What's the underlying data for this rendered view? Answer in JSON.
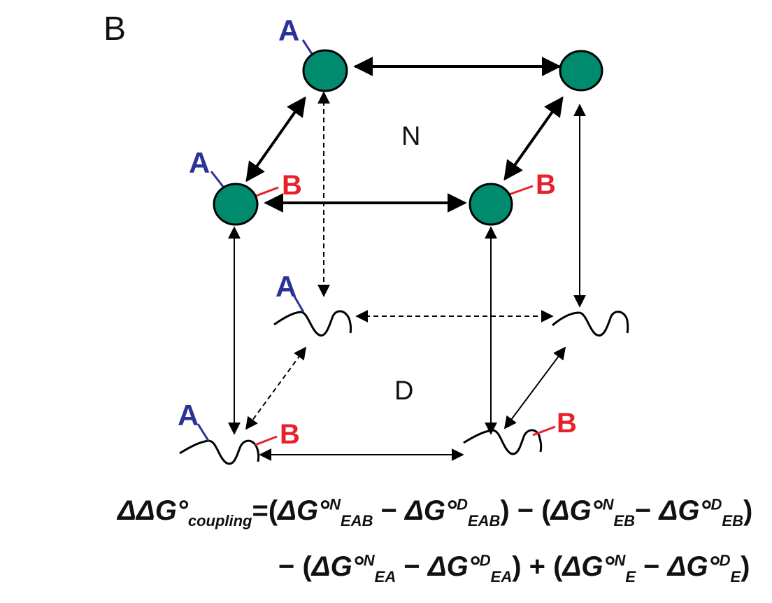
{
  "panel": {
    "label": "B",
    "state_labels": {
      "native": "N",
      "denatured": "D"
    },
    "mutation_labels": {
      "a": "A",
      "b": "B"
    },
    "colors": {
      "native_node": "#008a6e",
      "mutation_a": "#2b3496",
      "mutation_b": "#e8202b",
      "arrow": "#000000"
    }
  },
  "equation": {
    "line1": {
      "lhs": "ΔΔG°",
      "lhs_sub": "coupling",
      "t1_num": "ΔG°",
      "t1_num_sup": "N",
      "t1_num_sub": "EAB",
      "t1_den": "ΔG°",
      "t1_den_sup": "D",
      "t1_den_sub": "EAB",
      "t2_num": "ΔG°",
      "t2_num_sup": "N",
      "t2_num_sub": "EB",
      "t2_den": "ΔG°",
      "t2_den_sup": "D",
      "t2_den_sub": "EB"
    },
    "line2": {
      "t3_num": "ΔG°",
      "t3_num_sup": "N",
      "t3_num_sub": "EA",
      "t3_den": "ΔG°",
      "t3_den_sup": "D",
      "t3_den_sub": "EA",
      "t4_num": "ΔG°",
      "t4_num_sup": "N",
      "t4_num_sub": "E",
      "t4_den": "ΔG°",
      "t4_den_sup": "D",
      "t4_den_sub": "E"
    }
  }
}
